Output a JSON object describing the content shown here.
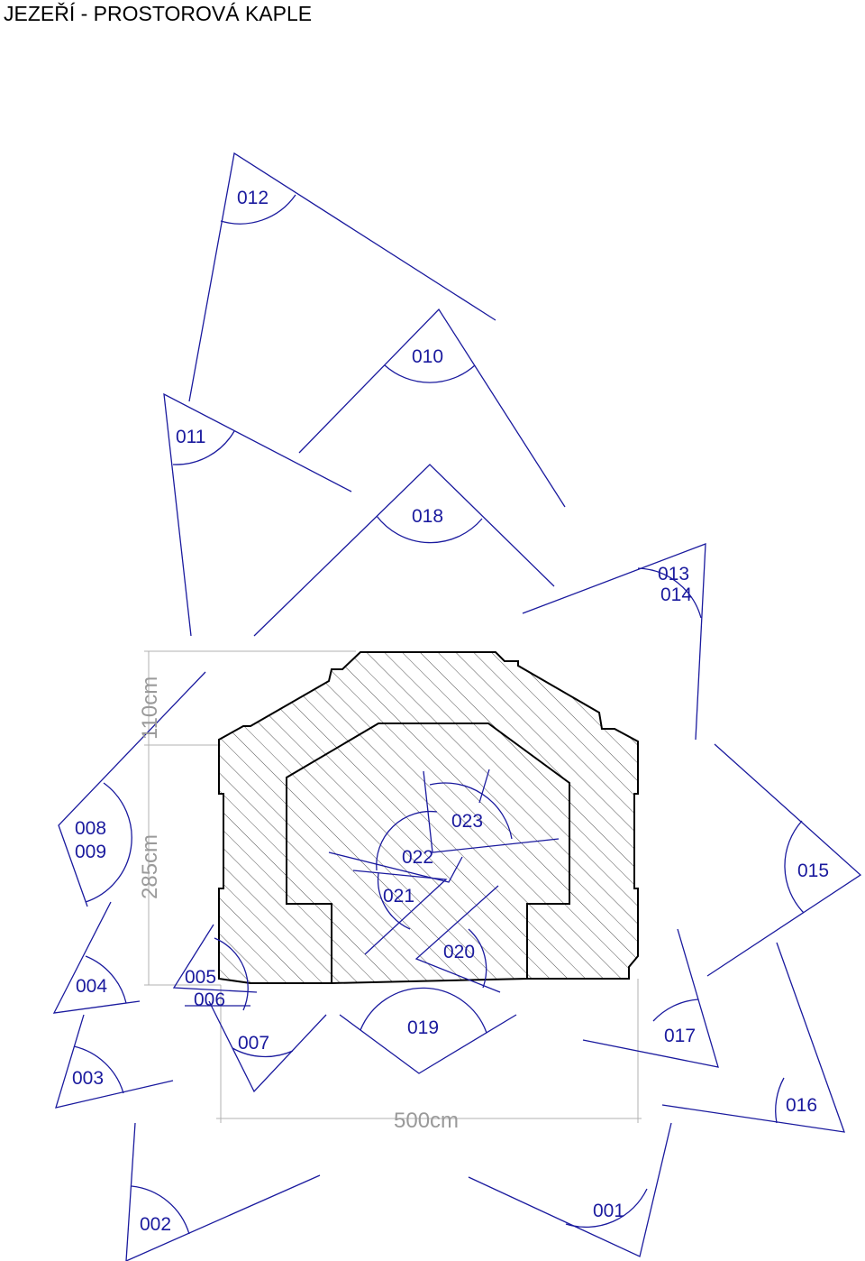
{
  "title": "JEZEŘÍ - PROSTOROVÁ KAPLE",
  "viewpoints": [
    "001",
    "002",
    "003",
    "004",
    "005",
    "006",
    "007",
    "008",
    "009",
    "010",
    "011",
    "012",
    "013",
    "014",
    "015",
    "016",
    "017",
    "018",
    "019",
    "020",
    "021",
    "022",
    "023"
  ],
  "dimensions": {
    "height_upper": "110cm",
    "height_lower": "285cm",
    "width": "500cm"
  },
  "colors": {
    "viewpoint_lines": "#1a1a9e",
    "dimension_lines": "#b0b0b0",
    "walls": "#000000"
  }
}
